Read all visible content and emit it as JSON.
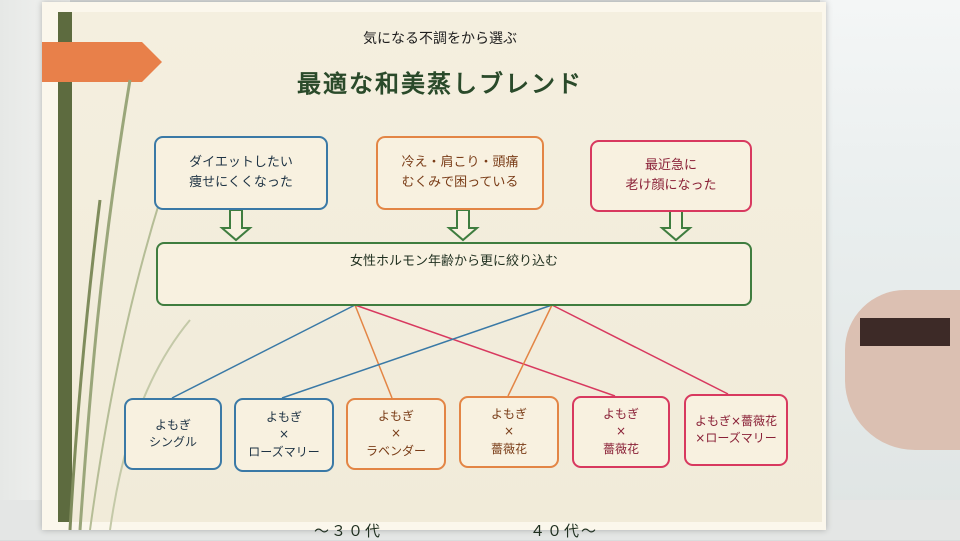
{
  "title": {
    "subtitle": "気になる不調をから選ぶ",
    "main": "最適な和美蒸しブレンド"
  },
  "concerns": [
    {
      "line1": "ダイエットしたい",
      "line2": "痩せにくくなった",
      "color": "#3a79a6"
    },
    {
      "line1": "冷え・肩こり・頭痛",
      "line2": "むくみで困っている",
      "color": "#e38545"
    },
    {
      "line1": "最近急に",
      "line2": "老け顔になった",
      "color": "#d8395f"
    }
  ],
  "middle": {
    "heading": "女性ホルモン年齢から更に絞り込む",
    "age_left": "～３０代",
    "age_right": "４０代～"
  },
  "blends": [
    {
      "line1": "よもぎ",
      "line2": "シングル",
      "line3": "",
      "color": "#3a79a6"
    },
    {
      "line1": "よもぎ",
      "line2": "×",
      "line3": "ローズマリー",
      "color": "#3a79a6"
    },
    {
      "line1": "よもぎ",
      "line2": "×",
      "line3": "ラベンダー",
      "color": "#e38545"
    },
    {
      "line1": "よもぎ",
      "line2": "×",
      "line3": "薔薇花",
      "color": "#e38545"
    },
    {
      "line1": "よもぎ",
      "line2": "×",
      "line3": "薔薇花",
      "color": "#d8395f"
    },
    {
      "line1": "よもぎ×薔薇花",
      "line2": "×ローズマリー",
      "line3": "",
      "color": "#d8395f"
    }
  ],
  "colors": {
    "blue": "#3a79a6",
    "orange": "#e38545",
    "pink": "#d8395f",
    "green": "#3f7d3f",
    "accent_flag": "#e8804a"
  }
}
